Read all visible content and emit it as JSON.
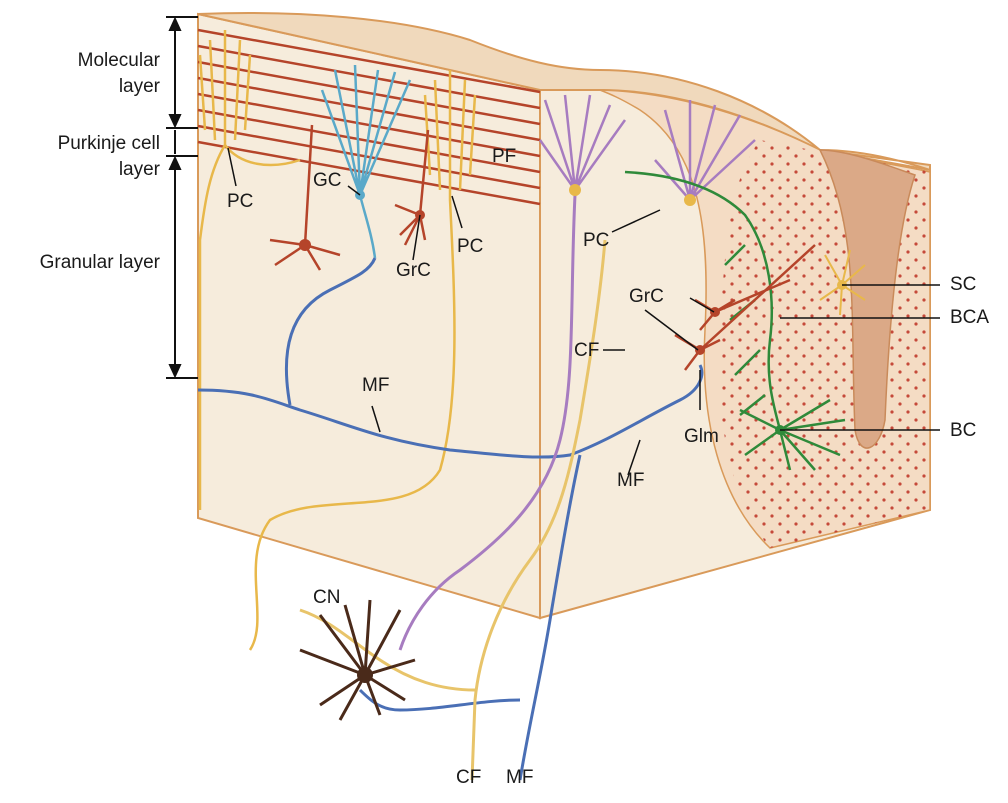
{
  "layers": {
    "molecular_line1": "Molecular",
    "molecular_line2": "layer",
    "purkinje_line1": "Purkinje cell",
    "purkinje_line2": "layer",
    "granular": "Granular layer"
  },
  "labels": {
    "pc_left": "PC",
    "gc": "GC",
    "grc_left": "GrC",
    "pc_mid": "PC",
    "pf": "PF",
    "mf_left": "MF",
    "pc_right": "PC",
    "grc_right": "GrC",
    "cf_mid": "CF",
    "glm": "Glm",
    "mf_right": "MF",
    "sc": "SC",
    "bca": "BCA",
    "bc": "BC",
    "cn": "CN",
    "cf_bottom": "CF",
    "mf_bottom": "MF"
  },
  "colors": {
    "block_face": "#f6ecdc",
    "block_edge": "#d99a5a",
    "cut_face": "#f4dcc4",
    "dots": "#c0392b",
    "purkinje": "#e8b84a",
    "granule": "#b5442a",
    "golgi": "#5aa9c9",
    "mossy": "#4a6fb5",
    "climbing": "#e8c46a",
    "purkinje_axon": "#a77cc0",
    "basket": "#2f8a3a",
    "nucleus": "#4a2a1a"
  }
}
